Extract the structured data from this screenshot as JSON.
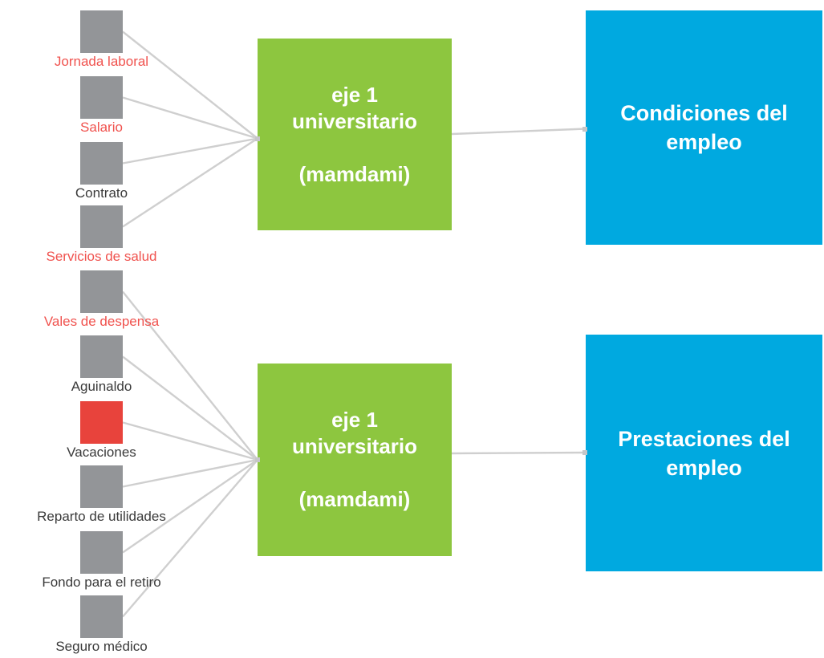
{
  "colors": {
    "input-gray": "#939598",
    "input-red": "#e8433c",
    "label-dark": "#3a3a3a",
    "label-red": "#f0524e",
    "rule-green": "#8dc63f",
    "output-blue": "#00a9e0",
    "connector": "#cfcfcf",
    "marker": "#c5c6c8",
    "text-white": "#ffffff"
  },
  "diagram": {
    "inputs": [
      {
        "label": "Jornada laboral",
        "label_color": "#f0524e",
        "box_color": "#939598"
      },
      {
        "label": "Salario",
        "label_color": "#f0524e",
        "box_color": "#939598"
      },
      {
        "label": "Contrato",
        "label_color": "#3a3a3a",
        "box_color": "#939598"
      },
      {
        "label": "Servicios de salud",
        "label_color": "#f0524e",
        "box_color": "#939598"
      },
      {
        "label": "Vales de despensa",
        "label_color": "#f0524e",
        "box_color": "#939598"
      },
      {
        "label": "Aguinaldo",
        "label_color": "#3a3a3a",
        "box_color": "#939598"
      },
      {
        "label": "Vacaciones",
        "label_color": "#3a3a3a",
        "box_color": "#e8433c"
      },
      {
        "label": "Reparto de utilidades",
        "label_color": "#3a3a3a",
        "box_color": "#939598"
      },
      {
        "label": "Fondo para el retiro",
        "label_color": "#3a3a3a",
        "box_color": "#939598"
      },
      {
        "label": "Seguro médico",
        "label_color": "#3a3a3a",
        "box_color": "#939598"
      }
    ],
    "rule_blocks": [
      {
        "title": "eje 1 universitario",
        "subtitle": "(mamdami)"
      },
      {
        "title": "eje 1 universitario",
        "subtitle": "(mamdami)"
      }
    ],
    "outputs": [
      {
        "label": "Condiciones del empleo"
      },
      {
        "label": "Prestaciones del empleo"
      }
    ]
  }
}
